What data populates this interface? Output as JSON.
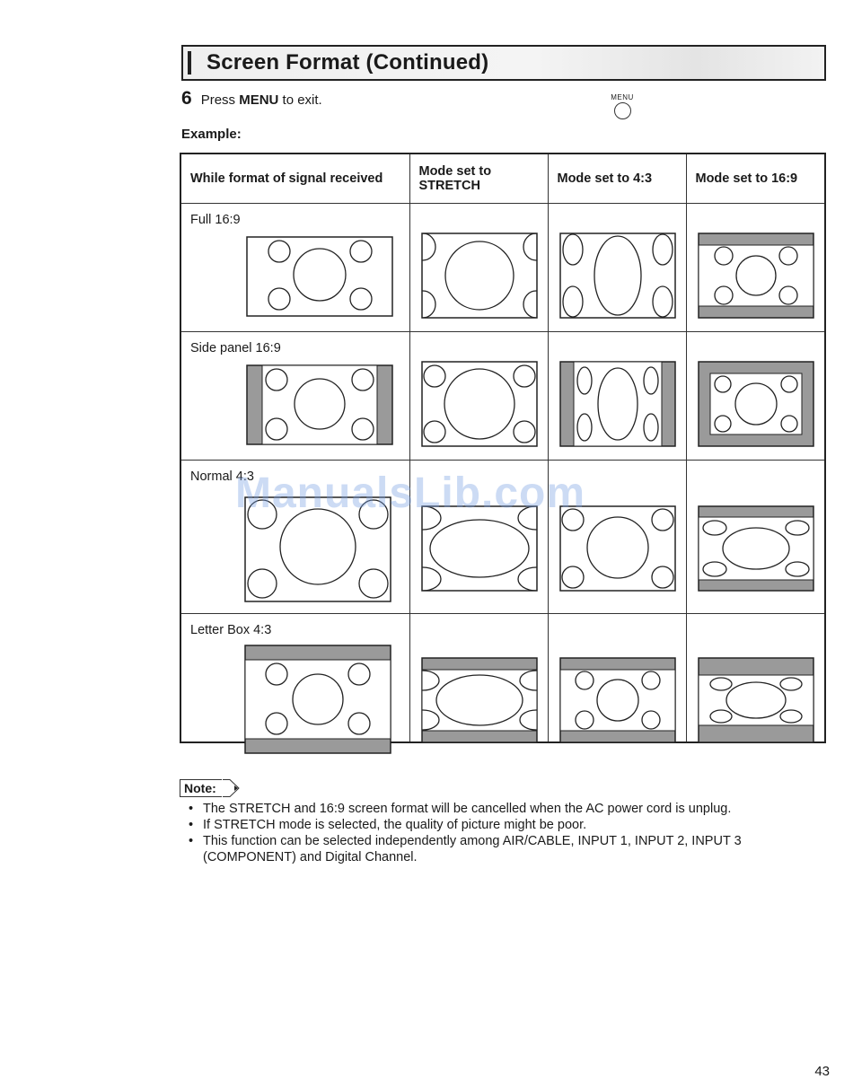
{
  "header": {
    "title": "Screen Format (Continued)"
  },
  "step": {
    "number": "6",
    "text_before": "Press ",
    "bold": "MENU",
    "text_after": " to exit."
  },
  "menu_button": {
    "label": "MENU",
    "icon": "circle-button-icon"
  },
  "example_label": "Example:",
  "table": {
    "headers": [
      "While format of signal received",
      "Mode set to STRETCH",
      "Mode set to 4:3",
      "Mode set to 16:9"
    ],
    "rows": [
      {
        "label": "Full 16:9"
      },
      {
        "label": "Side panel 16:9"
      },
      {
        "label": "Normal 4:3"
      },
      {
        "label": "Letter Box 4:3"
      }
    ]
  },
  "note": {
    "tag": "Note:",
    "items": [
      "The STRETCH and 16:9 screen format will be cancelled when the AC power cord is unplug.",
      "If STRETCH mode is selected, the quality of picture might be poor.",
      "This function can be selected independently among AIR/CABLE, INPUT 1, INPUT 2, INPUT 3 (COMPONENT) and Digital Channel."
    ]
  },
  "watermark": "ManualsLib.com",
  "page_number": "43",
  "colors": {
    "shade": "#9a9a9a",
    "ink": "#222222"
  }
}
